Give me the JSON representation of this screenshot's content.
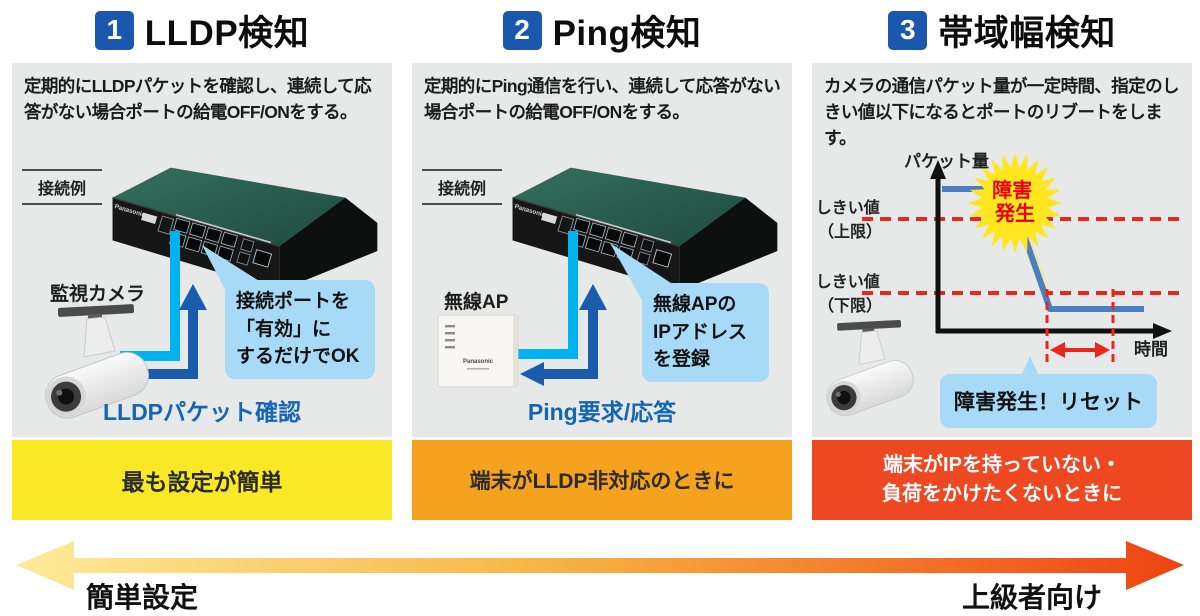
{
  "brand": "Panasonic",
  "panels": [
    {
      "number": "1",
      "title": "LLDP検知",
      "description": "定期的にLLDPパケットを確認し、連続して応答がない場合ポートの給電OFF/ONをする。",
      "example_label": "接続例",
      "device_label": "監視カメラ",
      "callout_lines": [
        "接続ポートを",
        "「有効」に",
        "するだけでOK"
      ],
      "caption": "LLDPパケット確認",
      "bar_text": "最も設定が簡単"
    },
    {
      "number": "2",
      "title": "Ping検知",
      "description": "定期的にPing通信を行い、連続して応答がない場合ポートの給電OFF/ONをする。",
      "example_label": "接続例",
      "device_label": "無線AP",
      "callout_lines": [
        "無線APの",
        "IPアドレス",
        "を登録"
      ],
      "caption": "Ping要求/応答",
      "bar_text": "端末がLLDP非対応のときに"
    },
    {
      "number": "3",
      "title": "帯域幅検知",
      "description": "カメラの通信パケット量が一定時間、指定のしきい値以下になるとポートのリブートをします。",
      "callout_text": "障害発生！リセット",
      "bar_lines": [
        "端末がIPを持っていない・",
        "負荷をかけたくないときに"
      ]
    }
  ],
  "chart_data": {
    "type": "line",
    "title": "",
    "ylabel": "パケット量",
    "xlabel": "時間",
    "series": [
      {
        "name": "カメラ通信パケット量",
        "x": [
          0.0,
          0.32,
          0.52,
          0.96
        ],
        "y": [
          0.85,
          0.85,
          0.13,
          0.13
        ]
      }
    ],
    "thresholds": [
      {
        "label_lines": [
          "しきい値",
          "（上限）"
        ],
        "label": "しきい値（上限）",
        "y": 0.67
      },
      {
        "label_lines": [
          "しきい値",
          "（下限）"
        ],
        "label": "しきい値（下限）",
        "y": 0.23
      }
    ],
    "burst_label_lines": [
      "障害",
      "発生"
    ],
    "burst_label": "障害発生",
    "reset_label": "障害発生！リセット",
    "reset_range_x": [
      0.52,
      0.83
    ],
    "xlim": "qualitative (no numeric ticks)",
    "ylim": "qualitative (no numeric ticks)",
    "grid": false,
    "legend": false
  },
  "footer": {
    "left_label": "簡単設定",
    "right_label": "上級者向け"
  },
  "colors": {
    "number_badge": "#1a57ad",
    "panel_bg": "#e7e8e8",
    "callout_bg": "#a6daf6",
    "caption_blue": "#1465b4",
    "arrow_cyan": "#00b3ef",
    "arrow_dark_blue": "#1b5bad",
    "bar1_yellow": "#f9e826",
    "bar2_orange": "#f5a21f",
    "bar3_red": "#ee4823",
    "chart_line_blue": "#4a7ec0",
    "threshold_red": "#e8281e",
    "burst_yellow": "#ffe61e",
    "burst_text_red": "#e60012",
    "switch_top_teal": "#2a5f53",
    "gradient_left": "#fdeb9b",
    "gradient_right": "#ee4312"
  }
}
